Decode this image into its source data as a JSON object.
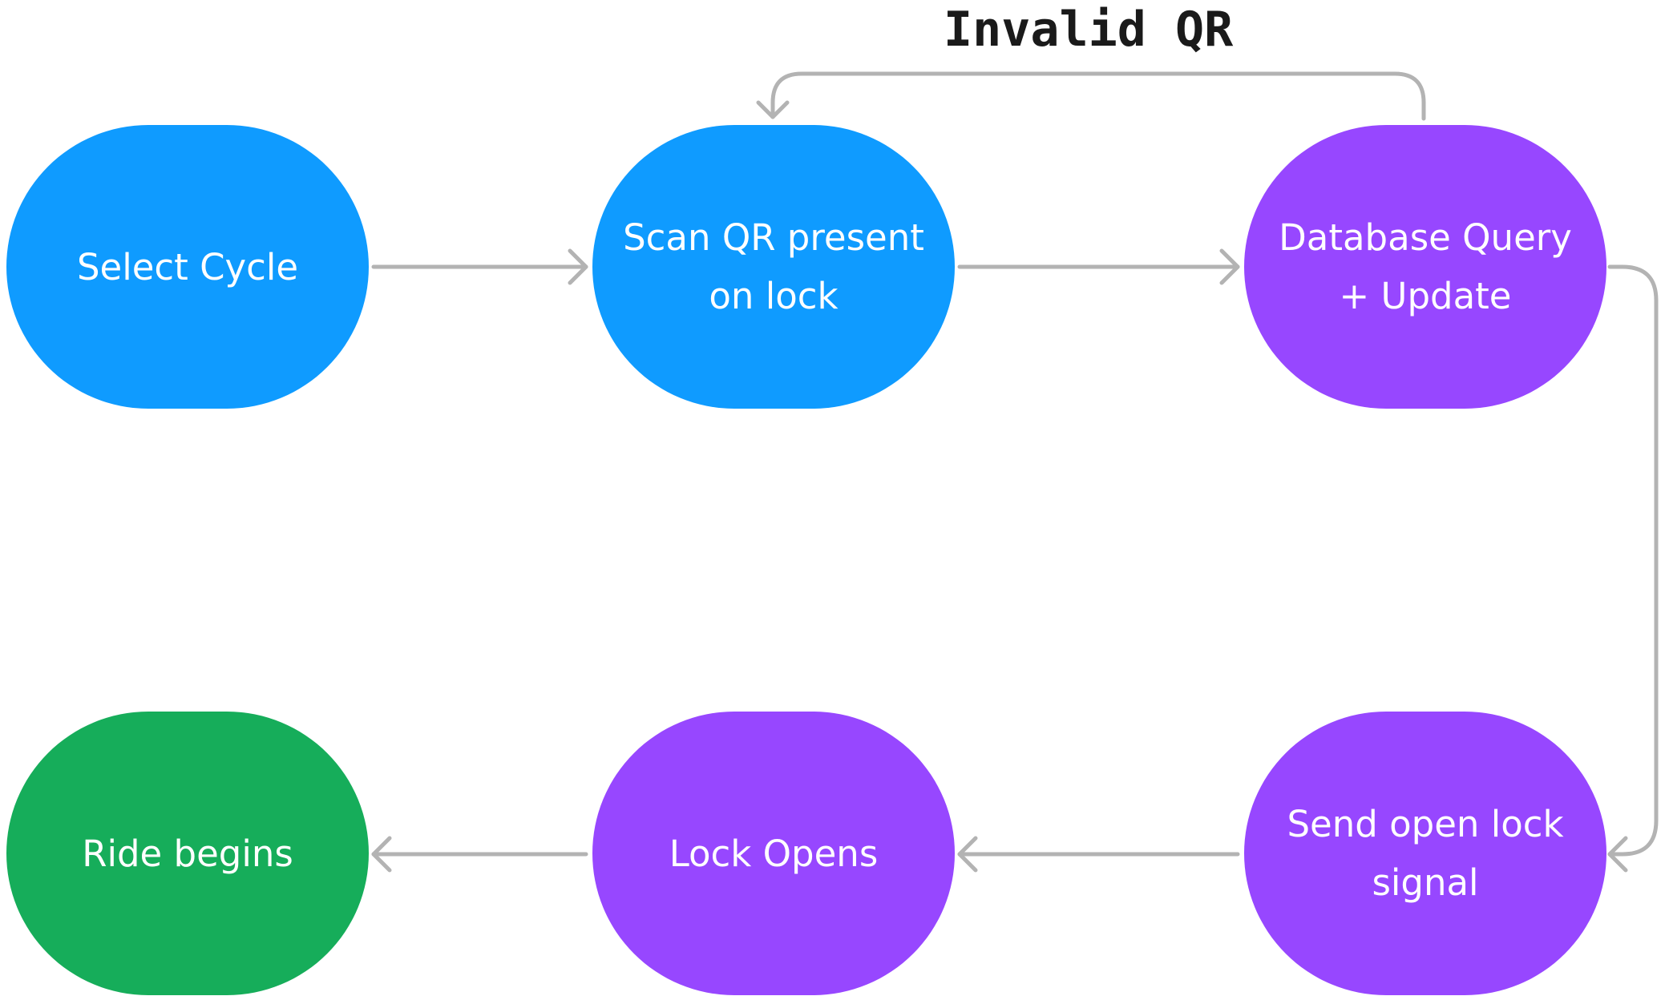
{
  "colors": {
    "blue": "#0f9bff",
    "purple": "#9747ff",
    "green": "#16ad5a",
    "connector": "#b3b3b3"
  },
  "nodes": [
    {
      "id": "select-cycle",
      "label": "Select Cycle",
      "color": "blue"
    },
    {
      "id": "scan-qr",
      "label": "Scan QR present\non lock",
      "color": "blue"
    },
    {
      "id": "database-query",
      "label": "Database Query\n+ Update",
      "color": "purple"
    },
    {
      "id": "send-open-lock-signal",
      "label": "Send open lock\nsignal",
      "color": "purple"
    },
    {
      "id": "lock-opens",
      "label": "Lock Opens",
      "color": "purple"
    },
    {
      "id": "ride-begins",
      "label": "Ride begins",
      "color": "green"
    }
  ],
  "edges": [
    {
      "from": "select-cycle",
      "to": "scan-qr"
    },
    {
      "from": "scan-qr",
      "to": "database-query"
    },
    {
      "from": "database-query",
      "to": "scan-qr",
      "label": "Invalid QR"
    },
    {
      "from": "database-query",
      "to": "send-open-lock-signal"
    },
    {
      "from": "send-open-lock-signal",
      "to": "lock-opens"
    },
    {
      "from": "lock-opens",
      "to": "ride-begins"
    }
  ]
}
